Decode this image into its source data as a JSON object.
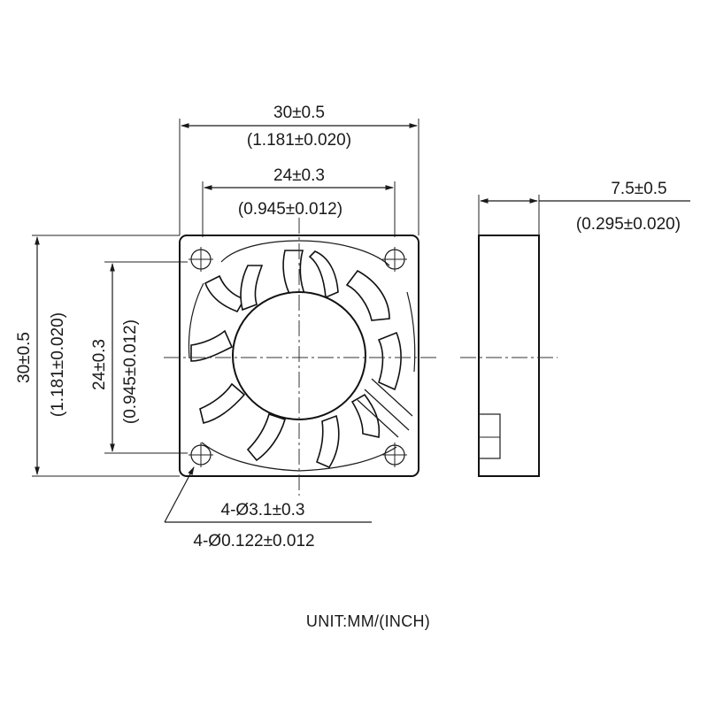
{
  "front_view": {
    "overall_width_mm": "30±0.5",
    "overall_width_in": "(1.181±0.020)",
    "hole_spacing_width_mm": "24±0.3",
    "hole_spacing_width_in": "(0.945±0.012)",
    "overall_height_mm": "30±0.5",
    "overall_height_in": "(1.181±0.020)",
    "hole_spacing_height_mm": "24±0.3",
    "hole_spacing_height_in": "(0.945±0.012)",
    "hole_diameter_mm": "4-Ø3.1±0.3",
    "hole_diameter_in": "4-Ø0.122±0.012"
  },
  "side_view": {
    "thickness_mm": "7.5±0.5",
    "thickness_in": "(0.295±0.020)"
  },
  "unit_note": "UNIT:MM/(INCH)"
}
